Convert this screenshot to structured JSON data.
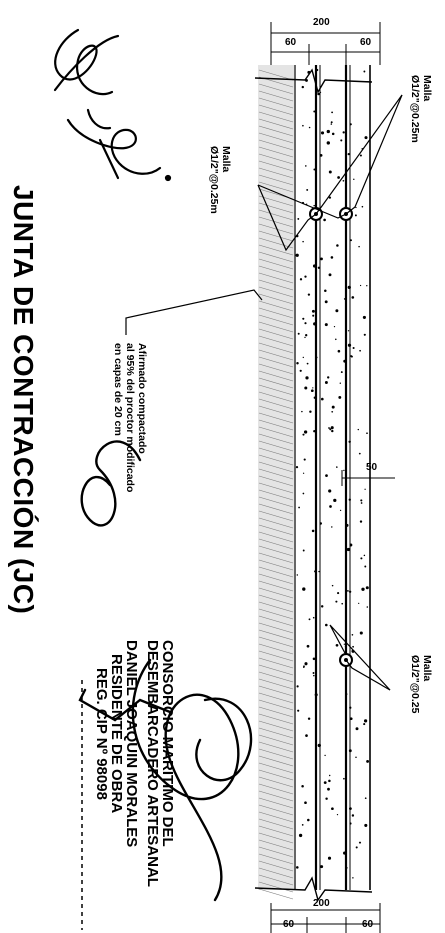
{
  "title": "JUNTA DE CONTRACCIÓN (JC)",
  "dimensions": {
    "top_total": "200",
    "top_left": "60",
    "top_right": "60",
    "bottom_total": "200",
    "bottom_left": "60",
    "bottom_right": "60",
    "joint": "50"
  },
  "rebar_labels": [
    {
      "lines": [
        "Malla",
        "Ø1/2\"@0.25m"
      ]
    },
    {
      "lines": [
        "Malla",
        "Ø1/2\"@0.25m"
      ]
    },
    {
      "lines": [
        "Malla",
        "Ø1/2\"@0.25"
      ]
    }
  ],
  "note_lines": [
    "Afirmado compactado",
    "al 95% del proctor modificado",
    "en capas de 20 cm"
  ],
  "stamp_lines": [
    "CONSORCIO MARITIMO DEL",
    "DESEMBARCADERO ARTESANAL",
    "DANIEL JOAQUIN MORALES",
    "RESIDENTE DE OBRA",
    "REG. CIP Nº 98098"
  ],
  "colors": {
    "ink": "#000000",
    "paper": "#ffffff",
    "hatch": "#7a7a7a"
  },
  "icons": [
    "signature-mark",
    "rebar-bar-icon"
  ]
}
